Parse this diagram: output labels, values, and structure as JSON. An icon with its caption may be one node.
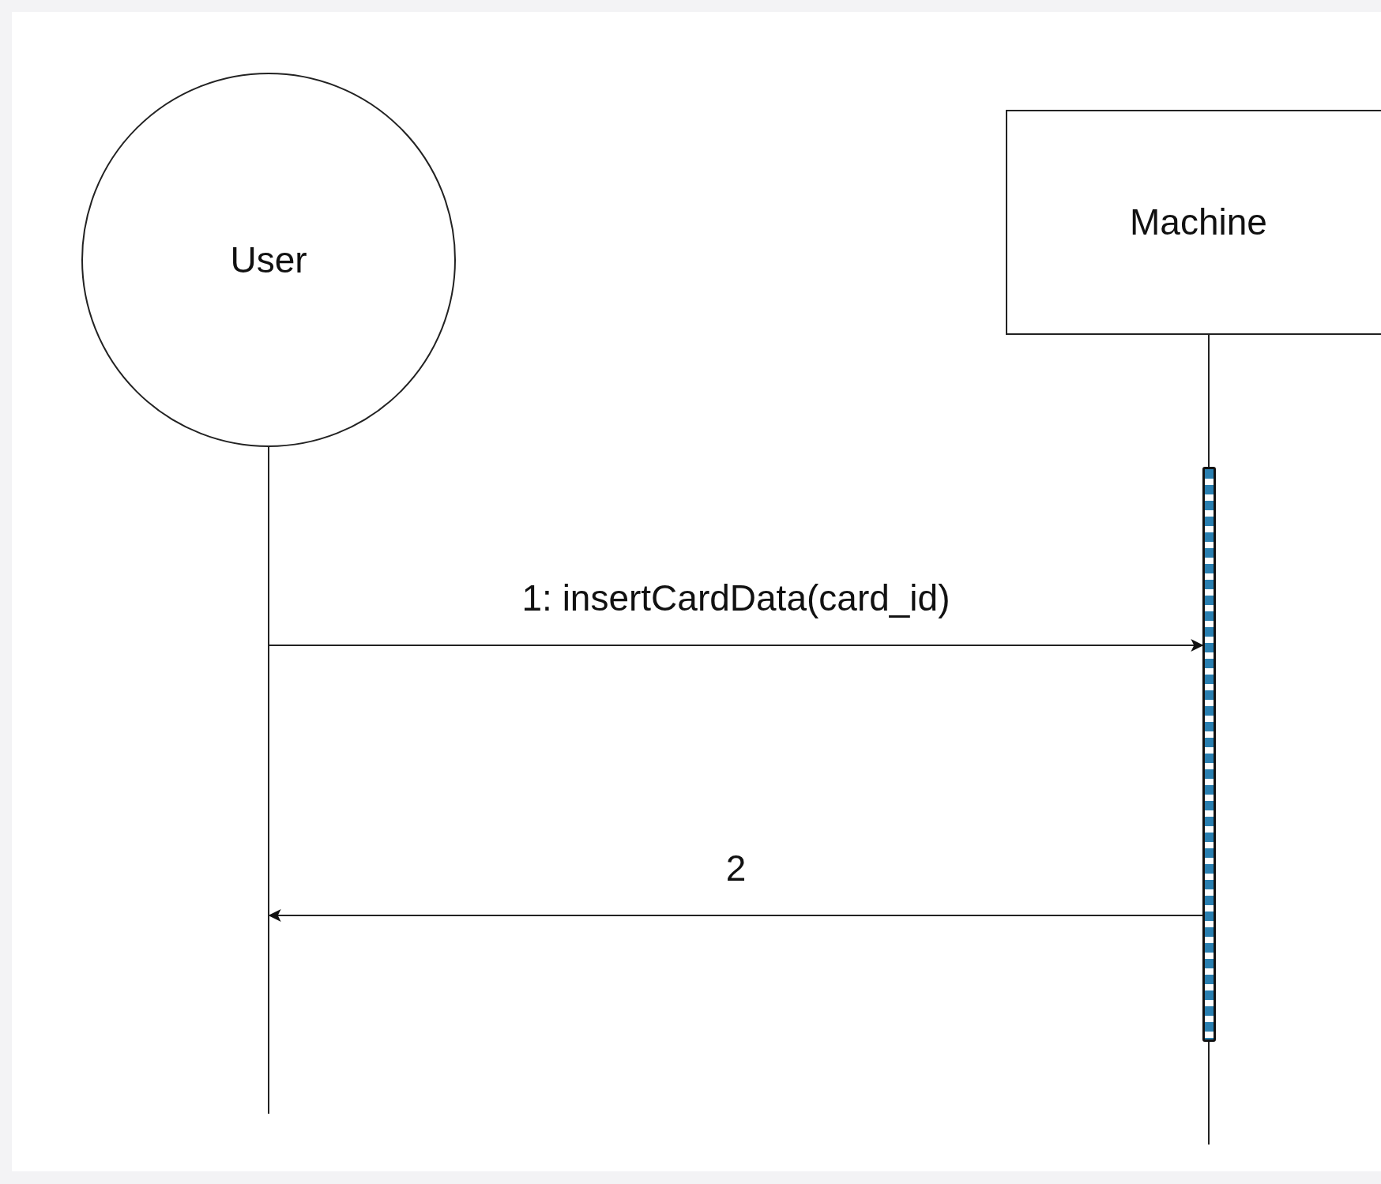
{
  "diagram": {
    "nodes": [
      {
        "text": [
          "User"
        ]
      },
      {
        "text": [
          "Machine"
        ]
      },
      {
        "text": [],
        "shape": "bar"
      },
      {
        "text": [],
        "shape": "line"
      }
    ],
    "edges": [
      {
        "from": 1,
        "to": 2,
        "arrow": "none"
      },
      {
        "from": 2,
        "to": null,
        "arrow": "none"
      },
      {
        "from": 3,
        "to": 2,
        "arrow": "to",
        "label": "1: insertCardData(card_id)"
      },
      {
        "from": 2,
        "to": 3,
        "arrow": "to",
        "label": "2"
      }
    ]
  }
}
